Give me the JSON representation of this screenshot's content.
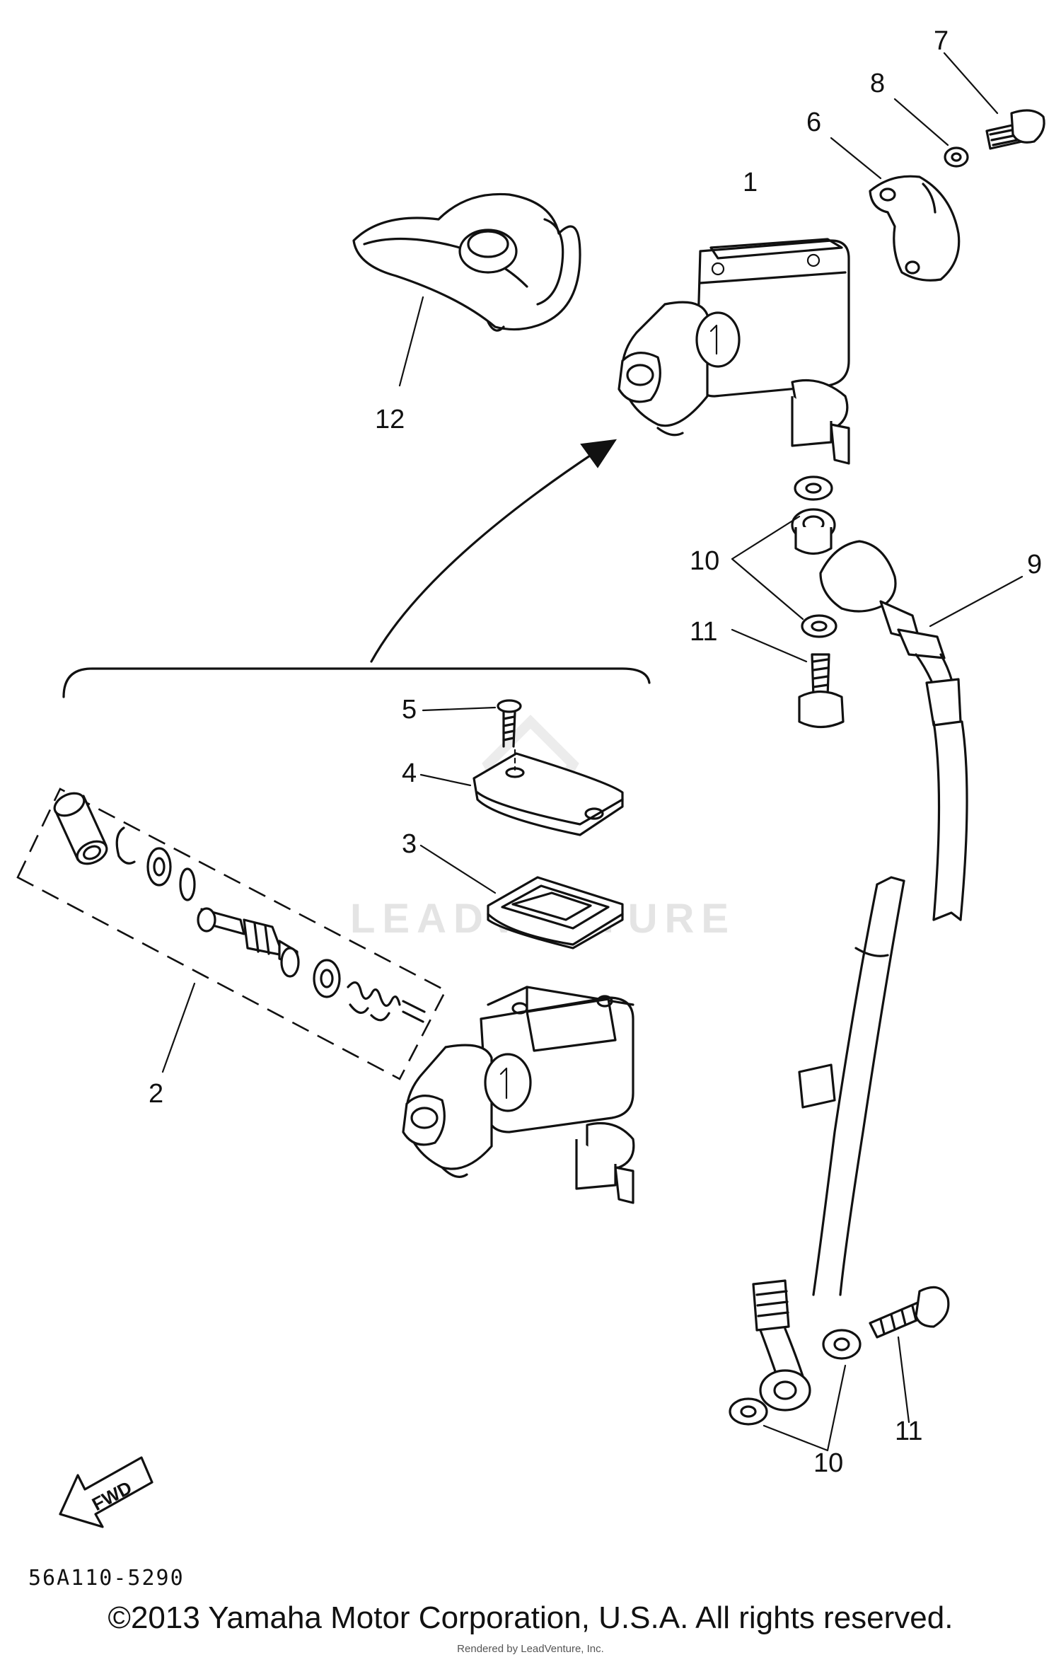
{
  "watermark": "LEADVENTURE",
  "callouts": {
    "c1": "1",
    "c2": "2",
    "c3": "3",
    "c4": "4",
    "c5": "5",
    "c6": "6",
    "c7": "7",
    "c8": "8",
    "c9": "9",
    "c10a": "10",
    "c10b": "10",
    "c11a": "11",
    "c11b": "11",
    "c12": "12"
  },
  "fwd_label": "FWD",
  "diagram_code": "56A110-5290",
  "copyright": "©2013 Yamaha Motor Corporation, U.S.A. All rights reserved.",
  "rendered_by": "Rendered by LeadVenture, Inc."
}
